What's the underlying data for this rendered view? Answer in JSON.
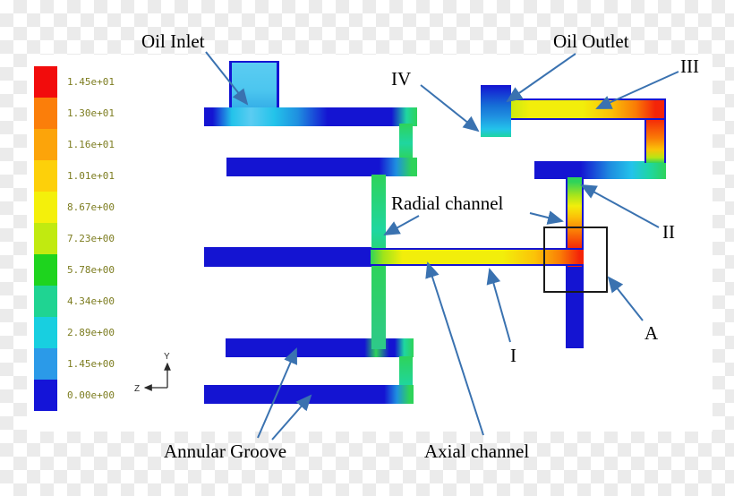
{
  "legend": {
    "entries": [
      {
        "value": "1.45e+01",
        "color": "#f20c0c"
      },
      {
        "value": "1.30e+01",
        "color": "#fb7e0a"
      },
      {
        "value": "1.16e+01",
        "color": "#fca40a"
      },
      {
        "value": "1.01e+01",
        "color": "#fdd00a"
      },
      {
        "value": "8.67e+00",
        "color": "#f4f00b"
      },
      {
        "value": "7.23e+00",
        "color": "#c1ea10"
      },
      {
        "value": "5.78e+00",
        "color": "#1ed41e"
      },
      {
        "value": "4.34e+00",
        "color": "#1fd492"
      },
      {
        "value": "2.89e+00",
        "color": "#18cfe0"
      },
      {
        "value": "1.45e+00",
        "color": "#2b9ae8"
      },
      {
        "value": "0.00e+00",
        "color": "#1414d8"
      }
    ]
  },
  "axis_triad": {
    "y_label": "Y",
    "z_label": "Z"
  },
  "annotations": {
    "oil_inlet": "Oil Inlet",
    "oil_outlet": "Oil Outlet",
    "numeral_1": "I",
    "numeral_2": "II",
    "numeral_3": "III",
    "numeral_4": "IV",
    "region_a": "A",
    "radial_channel": "Radial channel",
    "axial_channel": "Axial channel",
    "annular_groove": "Annular Groove"
  },
  "colors": {
    "flow-blue": "#1414d2",
    "flow-sky": "#1f8fe0",
    "flow-cyan": "#23c3ea",
    "flow-teal": "#1fd6a0",
    "flow-green": "#2ed35a",
    "flow-yellow": "#f2ee0b",
    "flow-amber": "#fbc308",
    "flow-orange": "#fa7d06",
    "flow-red": "#f42408",
    "inlet-cyan": "#4cc6ef",
    "arrow-blue": "#3a72b0",
    "legend-text": "#7d7d21",
    "checker-gray": "#ebebeb"
  }
}
